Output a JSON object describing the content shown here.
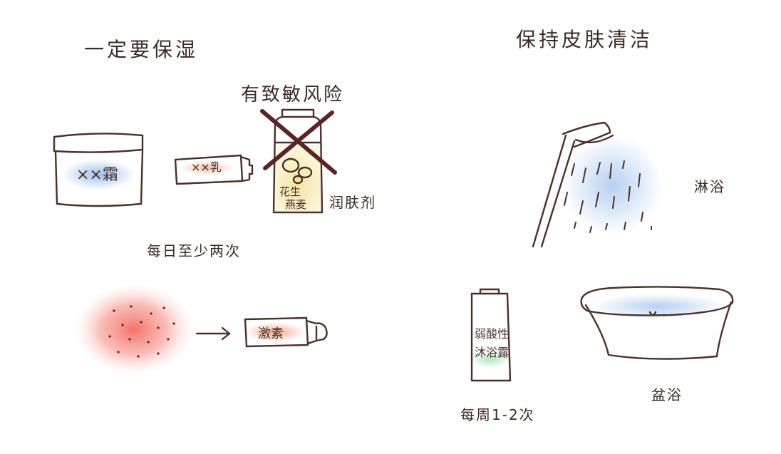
{
  "left_panel": {
    "heading": "一定要保湿",
    "risk_label": "有致敏风险",
    "cream_label": "××霜",
    "lotion_label": "××乳",
    "emollient_bottle_label_line1": "花生",
    "emollient_bottle_label_line2": "燕麦",
    "emollient_caption": "润肤剂",
    "frequency_caption": "每日至少两次",
    "hormone_tube_label": "激素"
  },
  "right_panel": {
    "heading": "保持皮肤清洁",
    "shower_caption": "淋浴",
    "bath_caption": "盆浴",
    "body_wash_label_line1": "弱酸性",
    "body_wash_label_line2": "沐浴露",
    "body_wash_frequency": "每周1-2次"
  },
  "colors": {
    "ink": "#4a3029",
    "cream_blue": "#8fb4ec",
    "lotion_pink": "#f3b49a",
    "bottle_yellow": "#f6e39a",
    "rash_red": "#f05a4f",
    "water_blue": "#aecbf0",
    "wash_green": "#a6e4b6",
    "cross_red": "#5a2427"
  }
}
